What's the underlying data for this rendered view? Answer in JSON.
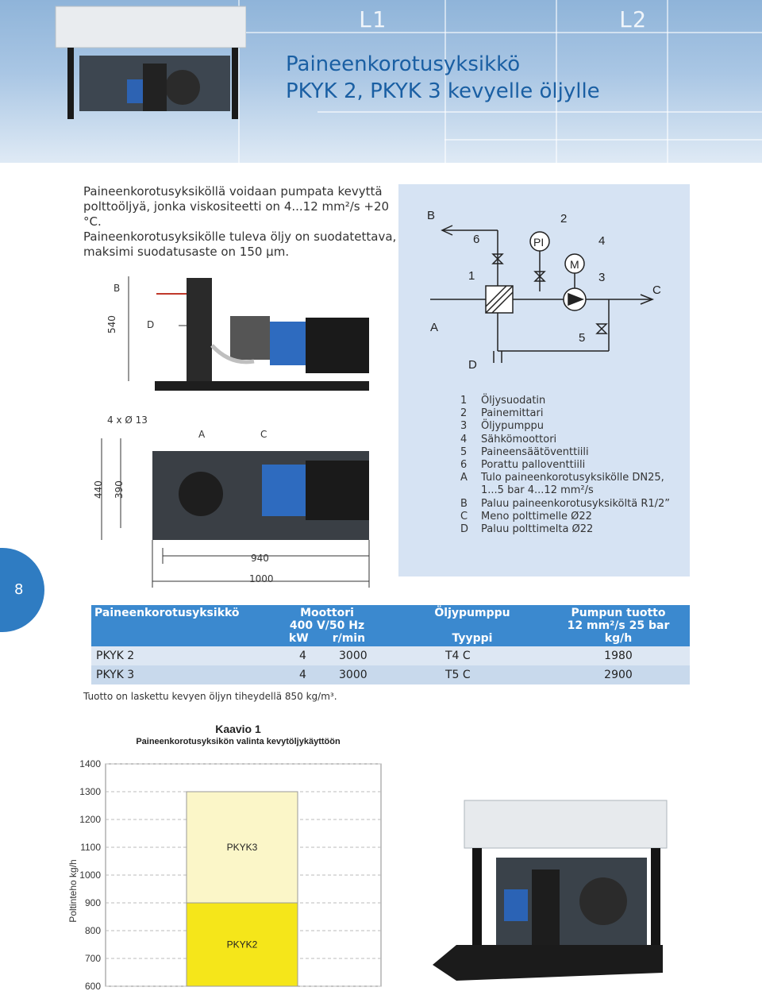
{
  "header": {
    "title_line1": "Paineenkorotusyksikkö",
    "title_line2": "PKYK 2, PKYK 3 kevyelle öljylle",
    "bg_label_1": "L1",
    "bg_label_2": "L2"
  },
  "intro": {
    "line1": "Paineenkorotusyksiköllä voidaan pumpata kevyttä",
    "line2": "polttoöljyä, jonka viskositeetti on 4...12 mm²/s +20 °C.",
    "line3": "Paineenkorotusyksikölle tuleva öljy on suodatettava,",
    "line4": "maksimi suodatusaste on 150 µm."
  },
  "side_drawing": {
    "label_b": "B",
    "label_d": "D",
    "height_540": "540"
  },
  "top_drawing": {
    "holes": "4 x Ø 13",
    "label_a": "A",
    "label_c": "C",
    "dim_440": "440",
    "dim_390": "390",
    "dim_940": "940",
    "dim_1000": "1000"
  },
  "schematic": {
    "labels": [
      "B",
      "2",
      "6",
      "PI",
      "4",
      "M",
      "1",
      "3",
      "C",
      "A",
      "5",
      "D"
    ]
  },
  "legend": [
    {
      "key": "1",
      "text": "Öljysuodatin"
    },
    {
      "key": "2",
      "text": "Painemittari"
    },
    {
      "key": "3",
      "text": "Öljypumppu"
    },
    {
      "key": "4",
      "text": "Sähkömoottori"
    },
    {
      "key": "5",
      "text": "Paineensäätöventtiili"
    },
    {
      "key": "6",
      "text": "Porattu palloventtiili"
    },
    {
      "key": "A",
      "text": "Tulo paineenkorotusyksikölle DN25,"
    },
    {
      "key": "",
      "text": "1...5 bar 4...12 mm²/s"
    },
    {
      "key": "B",
      "text": "Paluu paineenkorotusyksiköltä R1/2”"
    },
    {
      "key": "C",
      "text": "Meno polttimelle Ø22"
    },
    {
      "key": "D",
      "text": "Paluu polttimelta Ø22"
    }
  ],
  "section_number": "8",
  "table": {
    "headers": {
      "unit": "Paineenkorotusyksikkö",
      "motor_l1": "Moottori",
      "motor_l2": "400 V/50 Hz",
      "motor_kw": "kW",
      "motor_rpm": "r/min",
      "pump_l1": "Öljypumppu",
      "pump_l2": "Tyyppi",
      "flow_l1": "Pumpun tuotto",
      "flow_l2": "12 mm²/s 25 bar",
      "flow_l3": "kg/h"
    },
    "rows": [
      {
        "unit": "PKYK 2",
        "kw": "4",
        "rpm": "3000",
        "pump": "T4 C",
        "flow": "1980"
      },
      {
        "unit": "PKYK 3",
        "kw": "4",
        "rpm": "3000",
        "pump": "T5 C",
        "flow": "2900"
      }
    ]
  },
  "footnote": "Tuotto on laskettu kevyen öljyn tiheydellä 850 kg/m³.",
  "chart_data": {
    "type": "bar",
    "title": "Kaavio 1",
    "subtitle": "Paineenkorotusyksikön valinta kevytöljykäyttöön",
    "ylabel": "Poltinteho kg/h",
    "ylim": [
      600,
      1400
    ],
    "y_ticks": [
      600,
      700,
      800,
      900,
      1000,
      1100,
      1200,
      1300,
      1400
    ],
    "series": [
      {
        "name": "PKYK2",
        "from": 600,
        "to": 900,
        "color": "#f5e61a"
      },
      {
        "name": "PKYK3",
        "from": 900,
        "to": 1300,
        "color": "#fbf6c8"
      }
    ],
    "grid": true
  }
}
